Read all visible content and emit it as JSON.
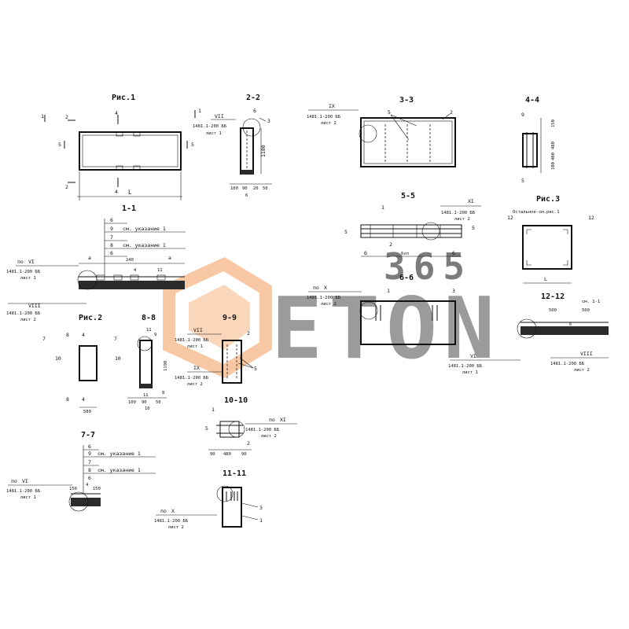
{
  "figures": {
    "fig1": "Рис.1",
    "fig2": "Рис.2",
    "fig3": "Рис.3",
    "fig3_note": "Остальное-см.рис.1"
  },
  "sections": {
    "s1": "1-1",
    "s2": "2-2",
    "s3": "3-3",
    "s4": "4-4",
    "s5": "5-5",
    "s6": "6-6",
    "s7": "7-7",
    "s8": "8-8",
    "s9": "9-9",
    "s10": "10-10",
    "s11": "11-11",
    "s12": "12-12"
  },
  "cut_marks": {
    "n1": "1",
    "n2": "2",
    "n4": "4",
    "n5": "5",
    "n6": "6",
    "n7": "7",
    "n8": "8",
    "n10": "10",
    "n12": "12"
  },
  "callouts": {
    "ref_code": "1481.1-200 ББ",
    "sheet1": "лист 1",
    "sheet2": "лист 2",
    "see_note": "см. указание 1",
    "see_fig": "см. 1-1",
    "po": "по",
    "vi": "VI",
    "vii": "VII",
    "viii": "VIII",
    "ix": "IX",
    "x": "X",
    "xi": "XI"
  },
  "positions": {
    "p1": "1",
    "p2": "2",
    "p3": "3",
    "p5": "5",
    "p6": "6",
    "p7": "7",
    "p8": "8",
    "p9": "9",
    "p11": "11"
  },
  "dimensions": {
    "L": "L",
    "a": "a",
    "d100": "100",
    "d90": "90",
    "d20": "20",
    "d50": "50",
    "d150": "150",
    "d400": "400",
    "d480": "480",
    "d500": "500",
    "d580": "580",
    "d240": "240",
    "d1180": "1180",
    "d1190": "1190",
    "d4": "4",
    "d6": "6",
    "d10": "10",
    "d11": "11",
    "bxn": "6хп",
    "b": "б"
  },
  "watermark": {
    "brand": "ETON",
    "digits": "365"
  }
}
